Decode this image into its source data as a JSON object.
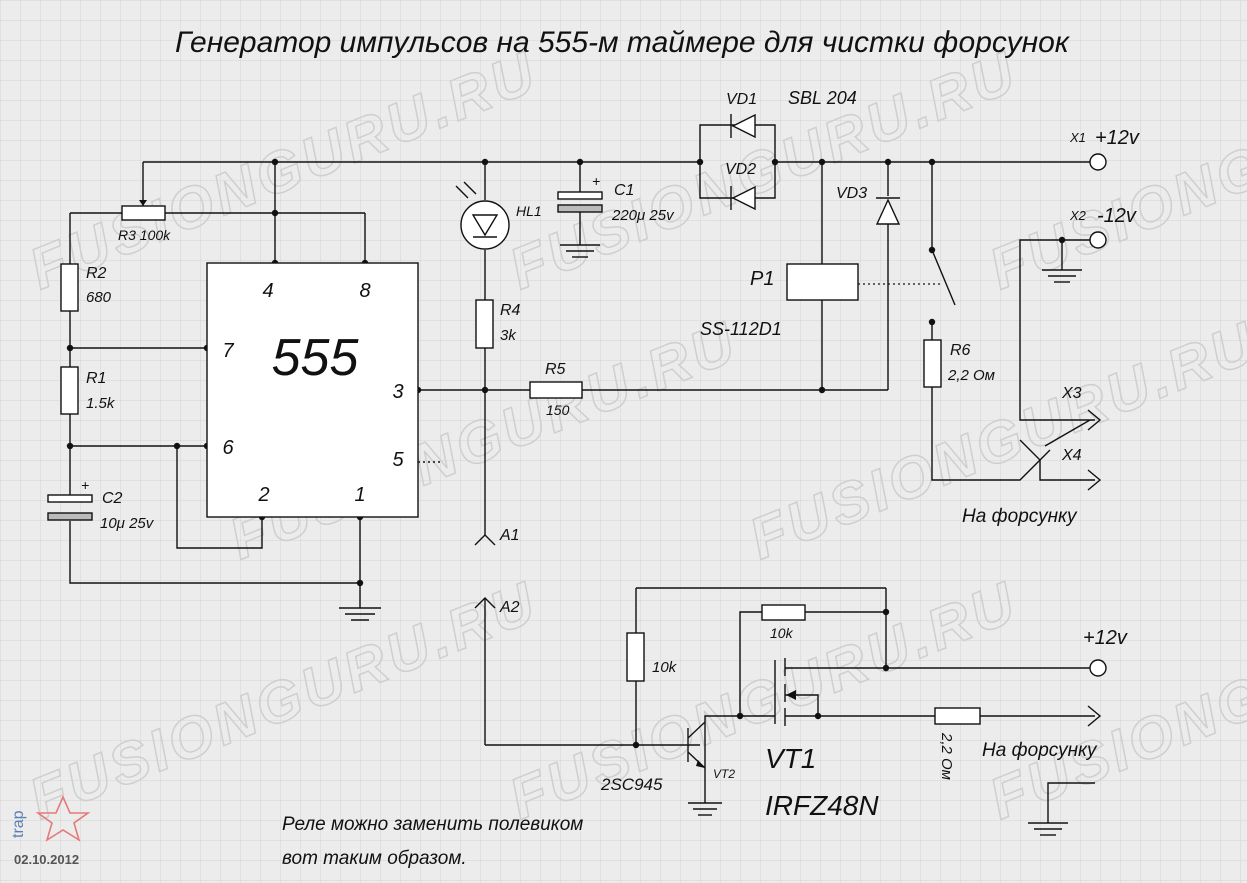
{
  "title": "Генератор импульсов на 555-м таймере для чистки форсунок",
  "watermark": "FUSIONGURU.RU",
  "ic": {
    "name": "555",
    "pins": [
      "4",
      "8",
      "7",
      "6",
      "3",
      "5",
      "2",
      "1"
    ]
  },
  "components": {
    "r3": "R3 100k",
    "r2_ref": "R2",
    "r2_val": "680",
    "r1_ref": "R1",
    "r1_val": "1.5k",
    "c2_ref": "C2",
    "c2_val": "10μ 25v",
    "hl1": "HL1",
    "r4_ref": "R4",
    "r4_val": "3k",
    "r5_ref": "R5",
    "r5_val": "150",
    "c1_ref": "C1",
    "c1_val": "220μ 25v",
    "vd1": "VD1",
    "vd2": "VD2",
    "bridge": "SBL 204",
    "vd3": "VD3",
    "p1": "P1",
    "relay": "SS-112D1",
    "r6_ref": "R6",
    "r6_val": "2,2 Ом",
    "rb": "10k",
    "rg": "10k",
    "rload": "2,2 Ом",
    "vt2_name": "2SC945",
    "vt2_ref": "VT2",
    "vt1_ref": "VT1",
    "vt1_name": "IRFZ48N"
  },
  "terminals": {
    "x1": "X1",
    "x1_v": "+12v",
    "x2": "X2",
    "x2_v": "-12v",
    "x3": "X3",
    "x4": "X4",
    "a1": "A1",
    "a2": "A2",
    "plus12_bottom": "+12v",
    "plus_sign": "+"
  },
  "labels": {
    "injector_top": "На форсунку",
    "injector_bottom": "На форсунку",
    "note_line1": "Реле можно заменить полевиком",
    "note_line2": "вот таким образом."
  },
  "footer": {
    "author": "trap",
    "date": "02.10.2012"
  }
}
